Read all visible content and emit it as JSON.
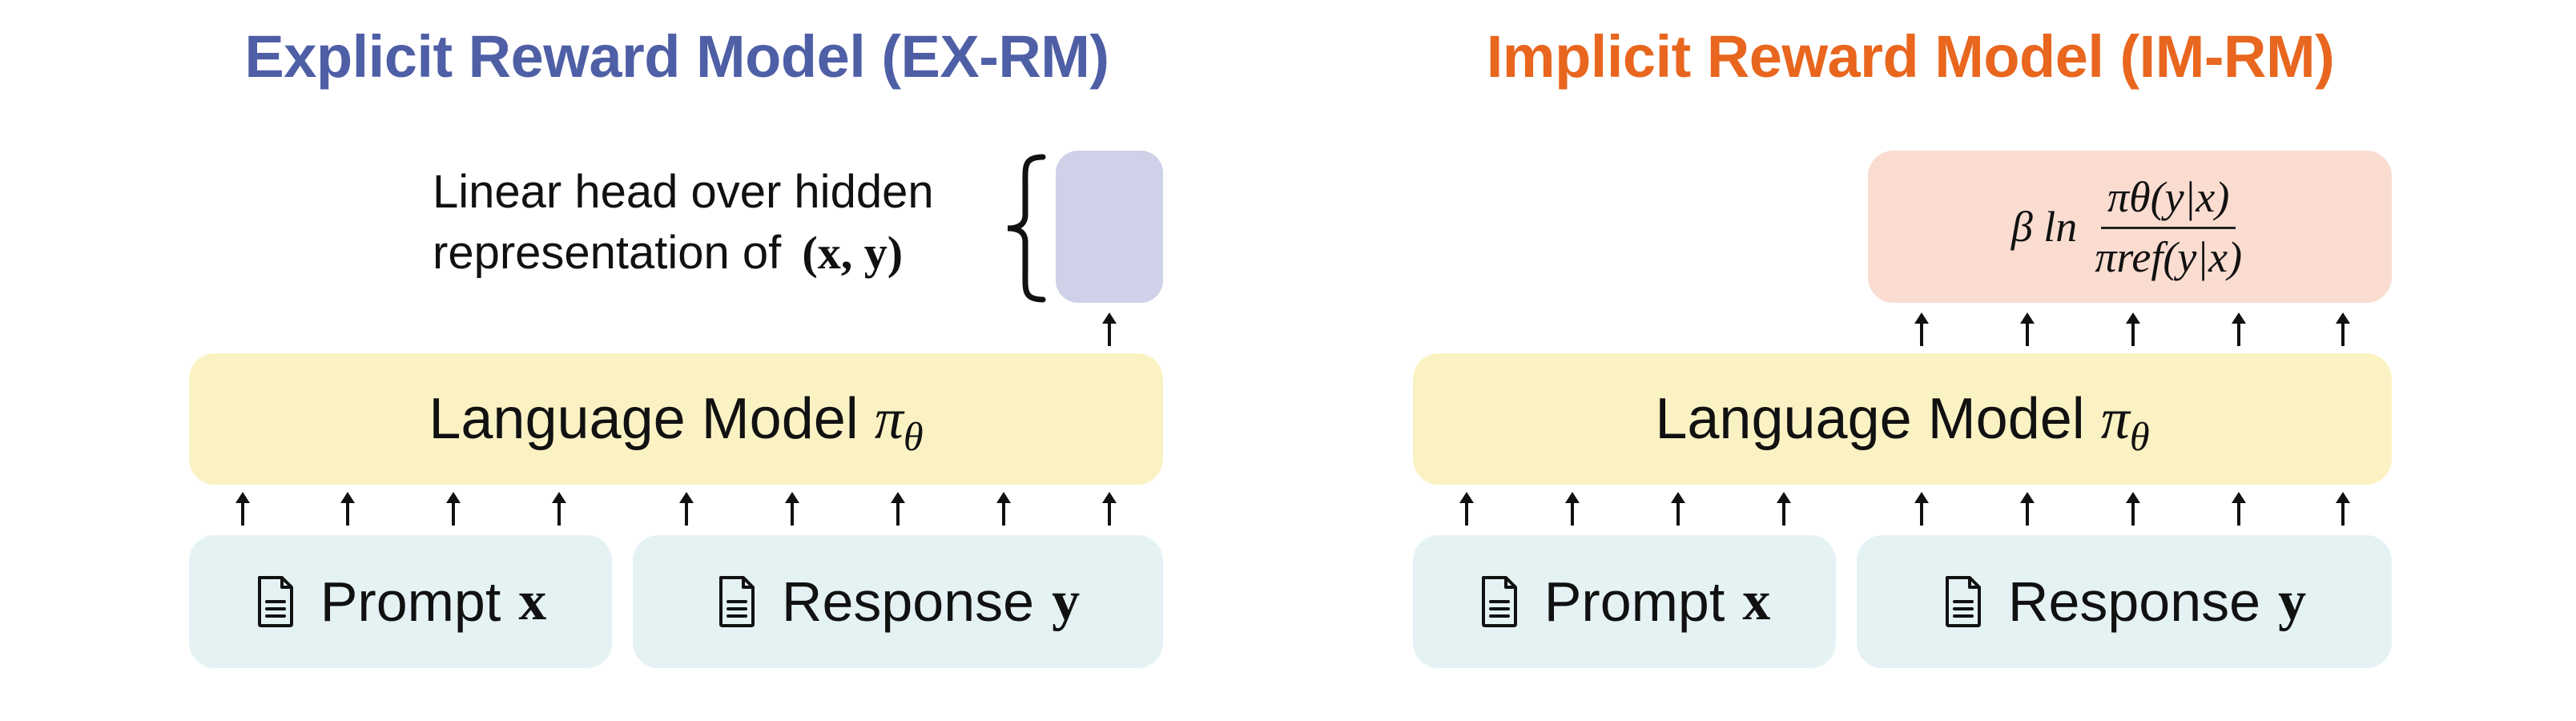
{
  "colors": {
    "explicit_title": "#4e5fa6",
    "implicit_title": "#e8661e",
    "language_model_fill": "#fbf2c4",
    "input_fill": "#e5f2f4",
    "linear_head_fill": "#ced1e7",
    "implicit_reward_fill": "#fadcd0"
  },
  "explicit": {
    "title": "Explicit Reward Model (EX-RM)",
    "head_label_line1": "Linear head over hidden",
    "head_label_line2_prefix": "representation of",
    "head_label_math": "(x, y)",
    "lm_label": "Language Model",
    "lm_symbol": "π",
    "lm_subscript": "θ",
    "prompt_label": "Prompt",
    "prompt_symbol": "x",
    "response_label": "Response",
    "response_symbol": "y",
    "prompt_icon": "document-icon",
    "response_icon": "document-icon"
  },
  "implicit": {
    "title": "Implicit Reward Model (IM-RM)",
    "reward_formula": {
      "prefix": "β ln",
      "numerator": "πθ(y|x)",
      "denominator": "πref(y|x)"
    },
    "lm_label": "Language Model",
    "lm_symbol": "π",
    "lm_subscript": "θ",
    "prompt_label": "Prompt",
    "prompt_symbol": "x",
    "response_label": "Response",
    "response_symbol": "y",
    "prompt_icon": "document-icon",
    "response_icon": "document-icon"
  }
}
